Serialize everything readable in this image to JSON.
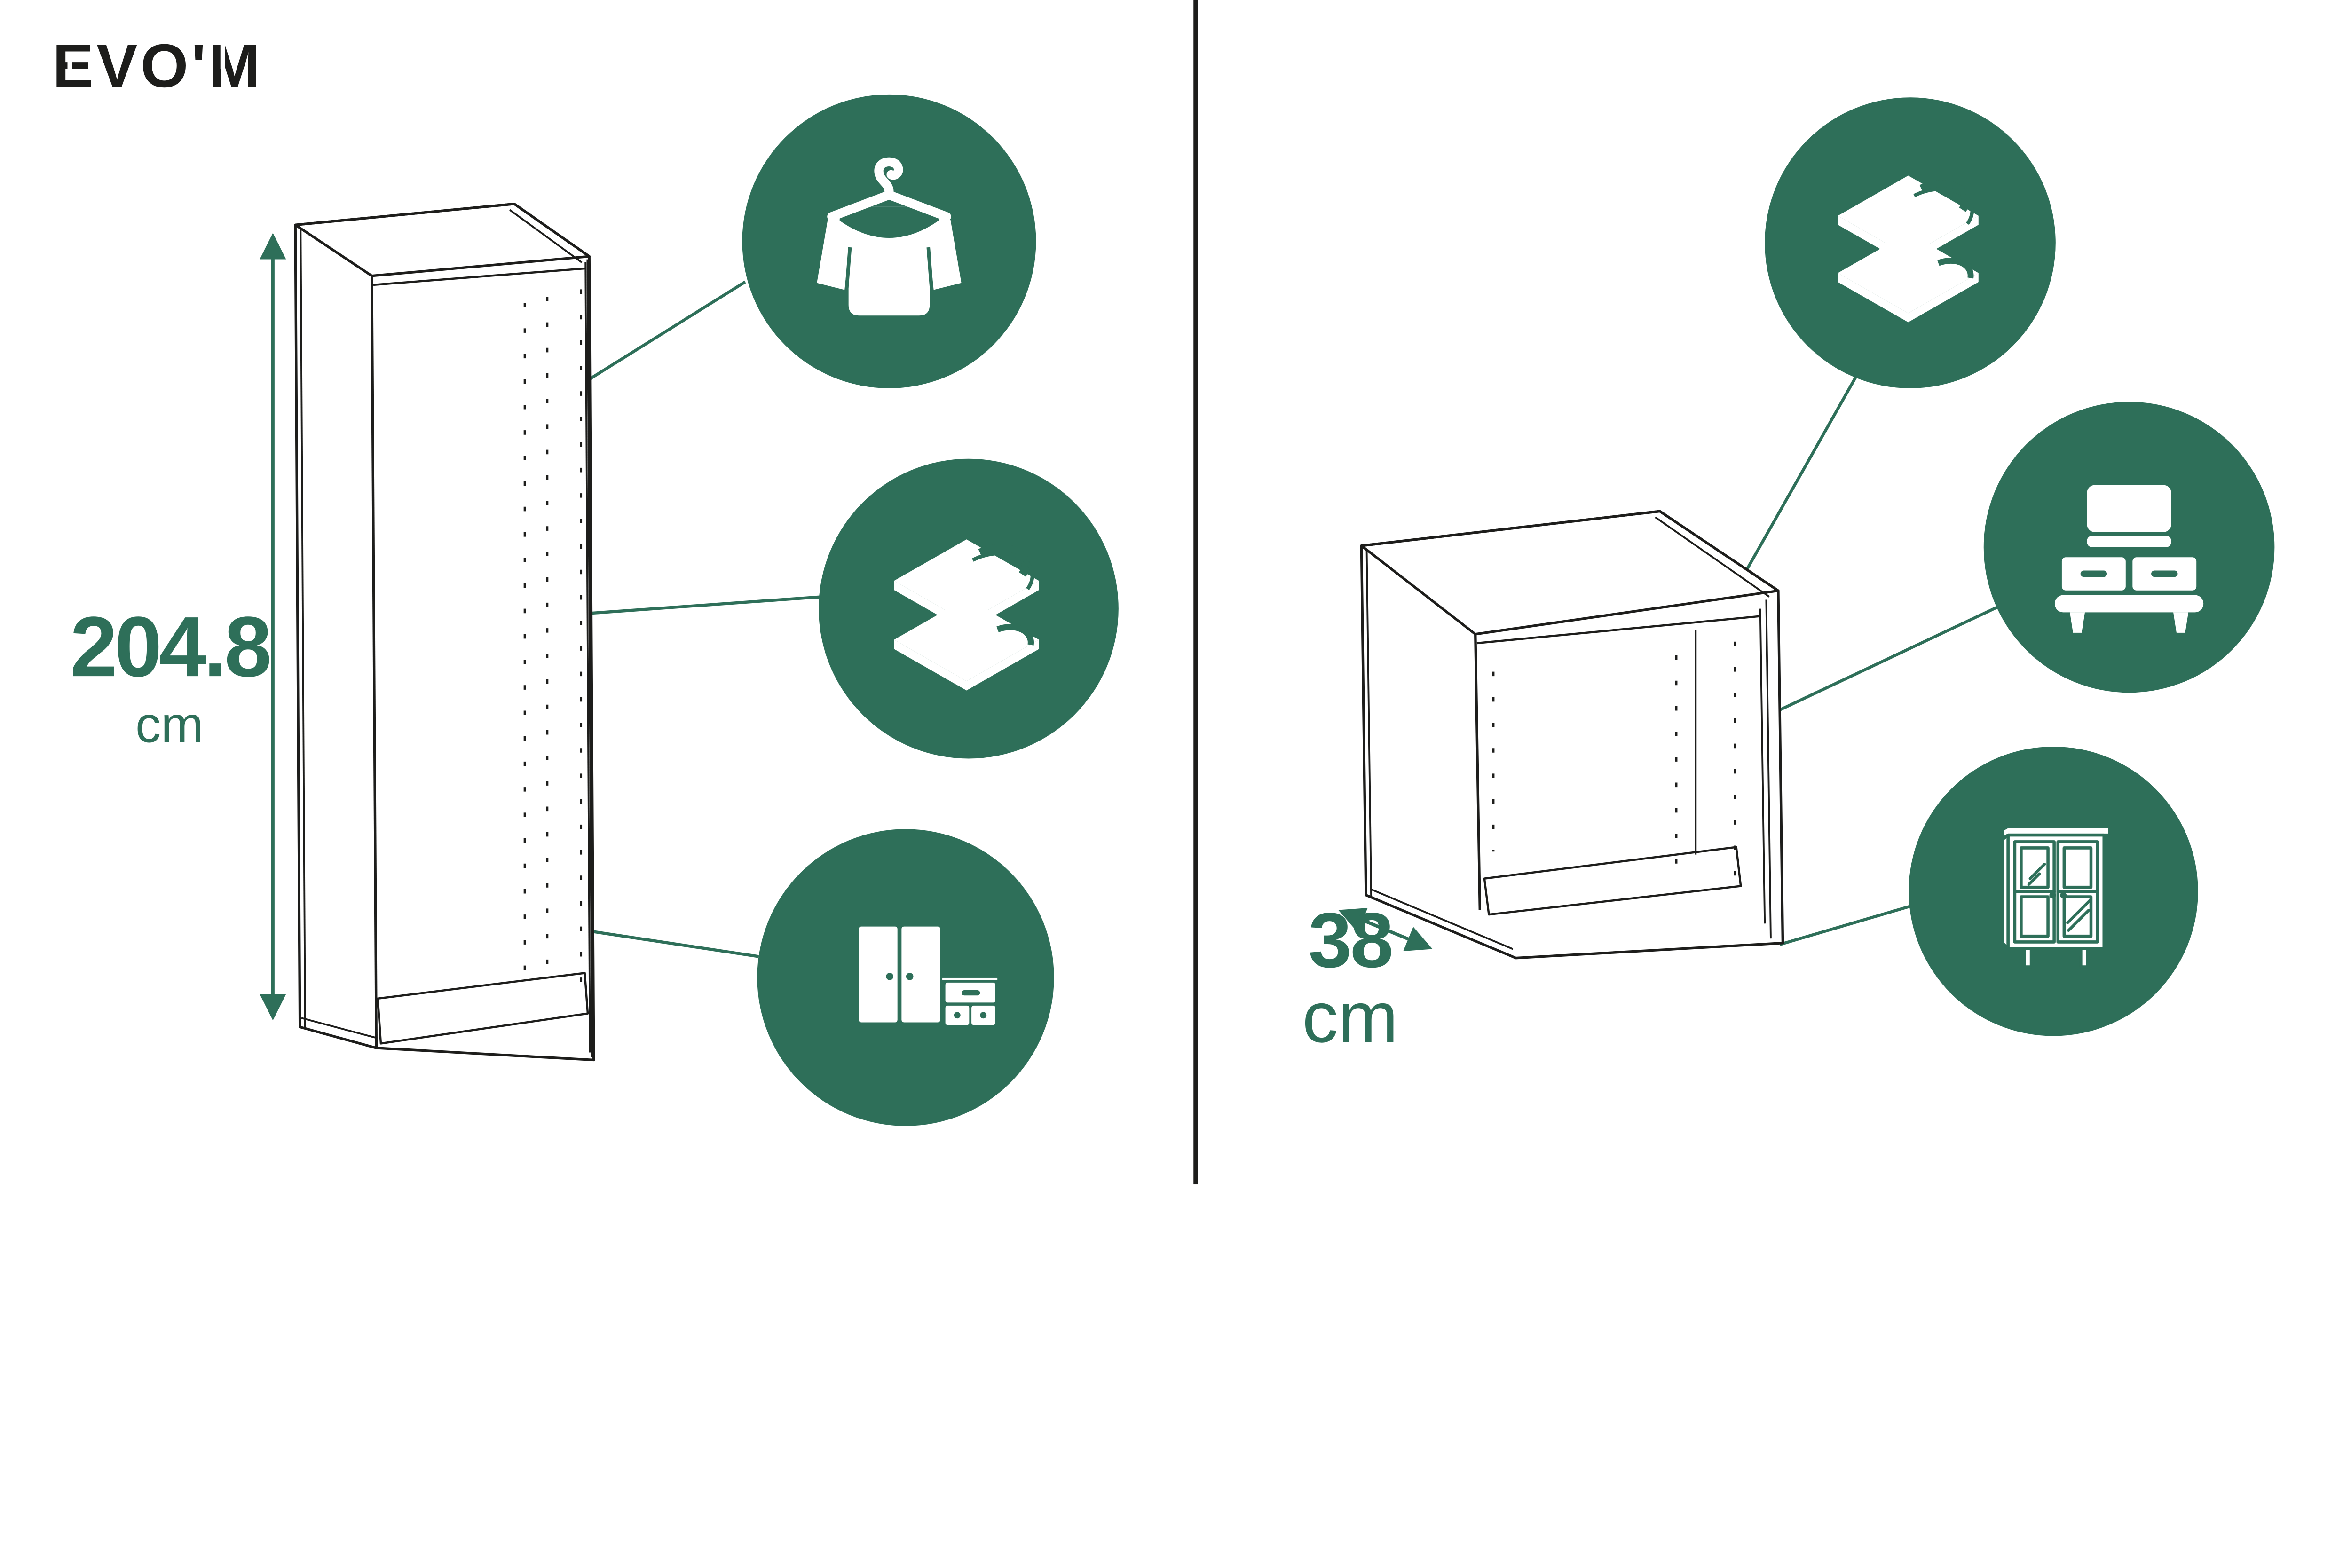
{
  "page": {
    "background_color": "#ffffff",
    "divider_color": "#1d1d1b"
  },
  "brand": {
    "logo_text": "EVO'M",
    "logo_color": "#1d1d1b"
  },
  "accent_green": "#2e6f59",
  "left_panel": {
    "drawing": "tall-wardrobe-open-frame",
    "dimension": {
      "value": "204.8",
      "unit": "cm",
      "axis": "height"
    },
    "features": [
      {
        "name": "hanging-clothes",
        "icon": "clothes-hanger-icon"
      },
      {
        "name": "folded-clothes",
        "icon": "folded-clothes-icon"
      },
      {
        "name": "wardrobe-and-chest",
        "icon": "wardrobe-chest-icon"
      }
    ]
  },
  "right_panel": {
    "drawing": "cube-open-frame",
    "dimension": {
      "value": "38",
      "unit": "cm",
      "axis": "depth"
    },
    "features": [
      {
        "name": "folded-clothes",
        "icon": "folded-clothes-icon"
      },
      {
        "name": "tv-stand",
        "icon": "tv-stand-icon"
      },
      {
        "name": "glass-door-cabinet",
        "icon": "glass-cabinet-icon"
      }
    ]
  }
}
